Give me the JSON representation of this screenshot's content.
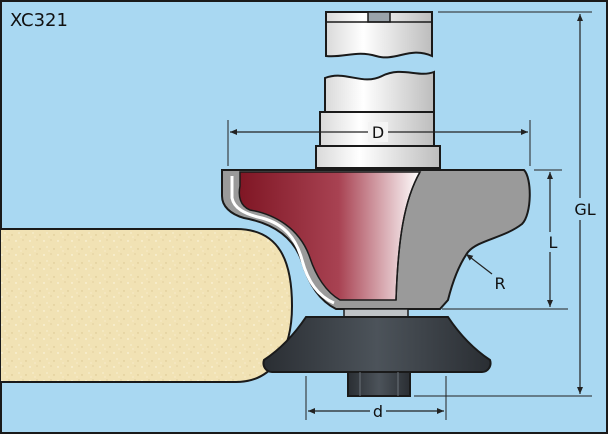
{
  "model_code": "XC321",
  "dimension_labels": {
    "cutting_diameter": "D",
    "bearing_diameter": "d",
    "total_length": "GL",
    "cutting_length": "L",
    "radius": "R"
  },
  "colors": {
    "background": "#a9d8f2",
    "frame": "#1a1a1a",
    "workpiece": "#f1e2b4",
    "shank": "#f4f4f4",
    "cutter_red": "#8e1f2e",
    "cutter_body": "#9a9a9a",
    "bearing": "#353a3f",
    "dimension_line": "#222222"
  }
}
